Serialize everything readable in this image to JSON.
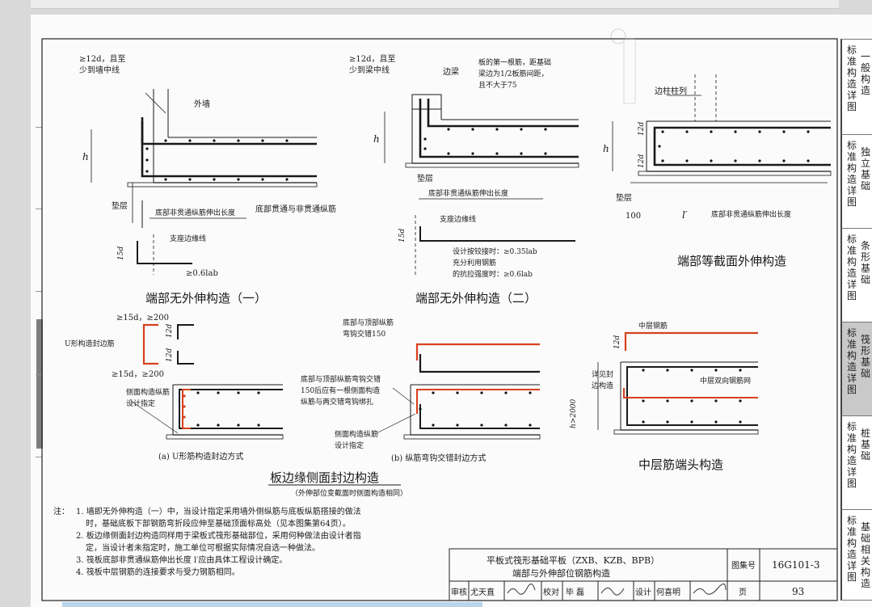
{
  "drawing": {
    "fig1": {
      "note_top": [
        "≥12d，且至",
        "少到墙中线"
      ],
      "wall_label": "外墙",
      "h_label": "h",
      "cushion": "垫层",
      "ext_bottom": "底部非贯通纵筋伸出长度",
      "through_label": "底部贯通与非贯通纵筋",
      "support_line": "支座边缘线",
      "hook_15d": "15d",
      "anchor": "≥0.6lab",
      "title": "端部无外伸构造（一）"
    },
    "fig2": {
      "note_top": [
        "≥12d，且至",
        "少到梁中线"
      ],
      "beam_label": "边梁",
      "first_bar_note": [
        "板的第一根筋，距基础",
        "梁边为1/2板筋间距，",
        "且不大于75"
      ],
      "h_label": "h",
      "cushion": "垫层",
      "ext_bottom": "底部非贯通纵筋伸出长度",
      "support_line": "支座边缘线",
      "hook_15d": "15d",
      "design_notes": [
        "设计按铰接时：≥0.35lab",
        "充分利用钢筋",
        "的抗拉强度时：≥0.6lab"
      ],
      "title": "端部无外伸构造（二）"
    },
    "fig3": {
      "column_label": "边柱柱列",
      "d12": "12d",
      "h_label": "h",
      "cushion": "垫层",
      "dim100": "100",
      "l_prime": "l′",
      "ext_bottom": "底部非贯通纵筋伸出长度",
      "title": "端部等截面外伸构造"
    },
    "fig4": {
      "top_note": "≥15d，≥200",
      "bottom_note": "≥15d，≥200",
      "u_label": "U形构造封边筋",
      "d12": "12d",
      "side_label": [
        "侧面构造纵筋",
        "设计指定"
      ],
      "caption_a": "(a)  U形筋构造封边方式"
    },
    "fig5": {
      "top_note": [
        "底部与顶部纵筋",
        "弯钩交错150"
      ],
      "mid_note": [
        "底部与顶部纵筋弯钩交错",
        "150后应有一根侧面构造",
        "纵筋与两交错弯钩绑扎"
      ],
      "side_label": [
        "侧面构造纵筋",
        "设计指定"
      ],
      "caption_b": "(b)  纵筋弯钩交错封边方式"
    },
    "edge_title": "板边缘侧面封边构造",
    "edge_subtitle": "（外伸部位变截面时侧面构造相同）",
    "fig6": {
      "mid_bar": "中层钢筋",
      "d12": "12d",
      "detail_label": [
        "详见封",
        "边构造"
      ],
      "h_label": "h>2000",
      "mesh_label": "中层双向钢筋网",
      "title": "中层筋端头构造"
    },
    "notes": {
      "lead": "注：",
      "lines": [
        "1. 墙即无外伸构造（一）中，当设计指定采用墙外侧纵筋与底板纵筋搭接的做法",
        "时，基础底板下部钢筋弯折段应伸至基础顶面标高处（见本图集第64页）。",
        "2. 板边缘侧面封边构造同样用于梁板式筏形基础部位，采用何种做法由设计者指",
        "定，当设计者未指定时，施工单位可根据实际情况自选一种做法。",
        "3. 筏板底部非贯通纵筋伸出长度 l′应由具体工程设计确定。",
        "4. 筏板中层钢筋的连接要求与受力钢筋相同。"
      ]
    },
    "titleblock": {
      "line1": "平板式筏形基础平板（ZXB、KZB、BPB）",
      "line2": "端部与外伸部位钢筋构造",
      "atlas_label": "图集号",
      "atlas_no": "16G101-3",
      "review_label": "审核",
      "reviewer": "尤天直",
      "check_label": "校对",
      "checker": "毕  磊",
      "design_label": "设计",
      "designer": "何喜明",
      "page_label": "页",
      "page_no": "93"
    }
  },
  "sidebar": {
    "tabs": [
      {
        "a": "标准构造详图",
        "b": "一般构造"
      },
      {
        "a": "标准构造详图",
        "b": "独立基础"
      },
      {
        "a": "标准构造详图",
        "b": "条形基础"
      },
      {
        "a": "标准构造详图",
        "b": "筏形基础",
        "active": true
      },
      {
        "a": "标准构造详图",
        "b": "桩基础"
      },
      {
        "a": "标准构造详图",
        "b": "基础相关构造"
      }
    ]
  },
  "colors": {
    "rebar_red": "#d8401e",
    "line": "#1a1a1a",
    "active_tab": "#c9c9c9"
  }
}
